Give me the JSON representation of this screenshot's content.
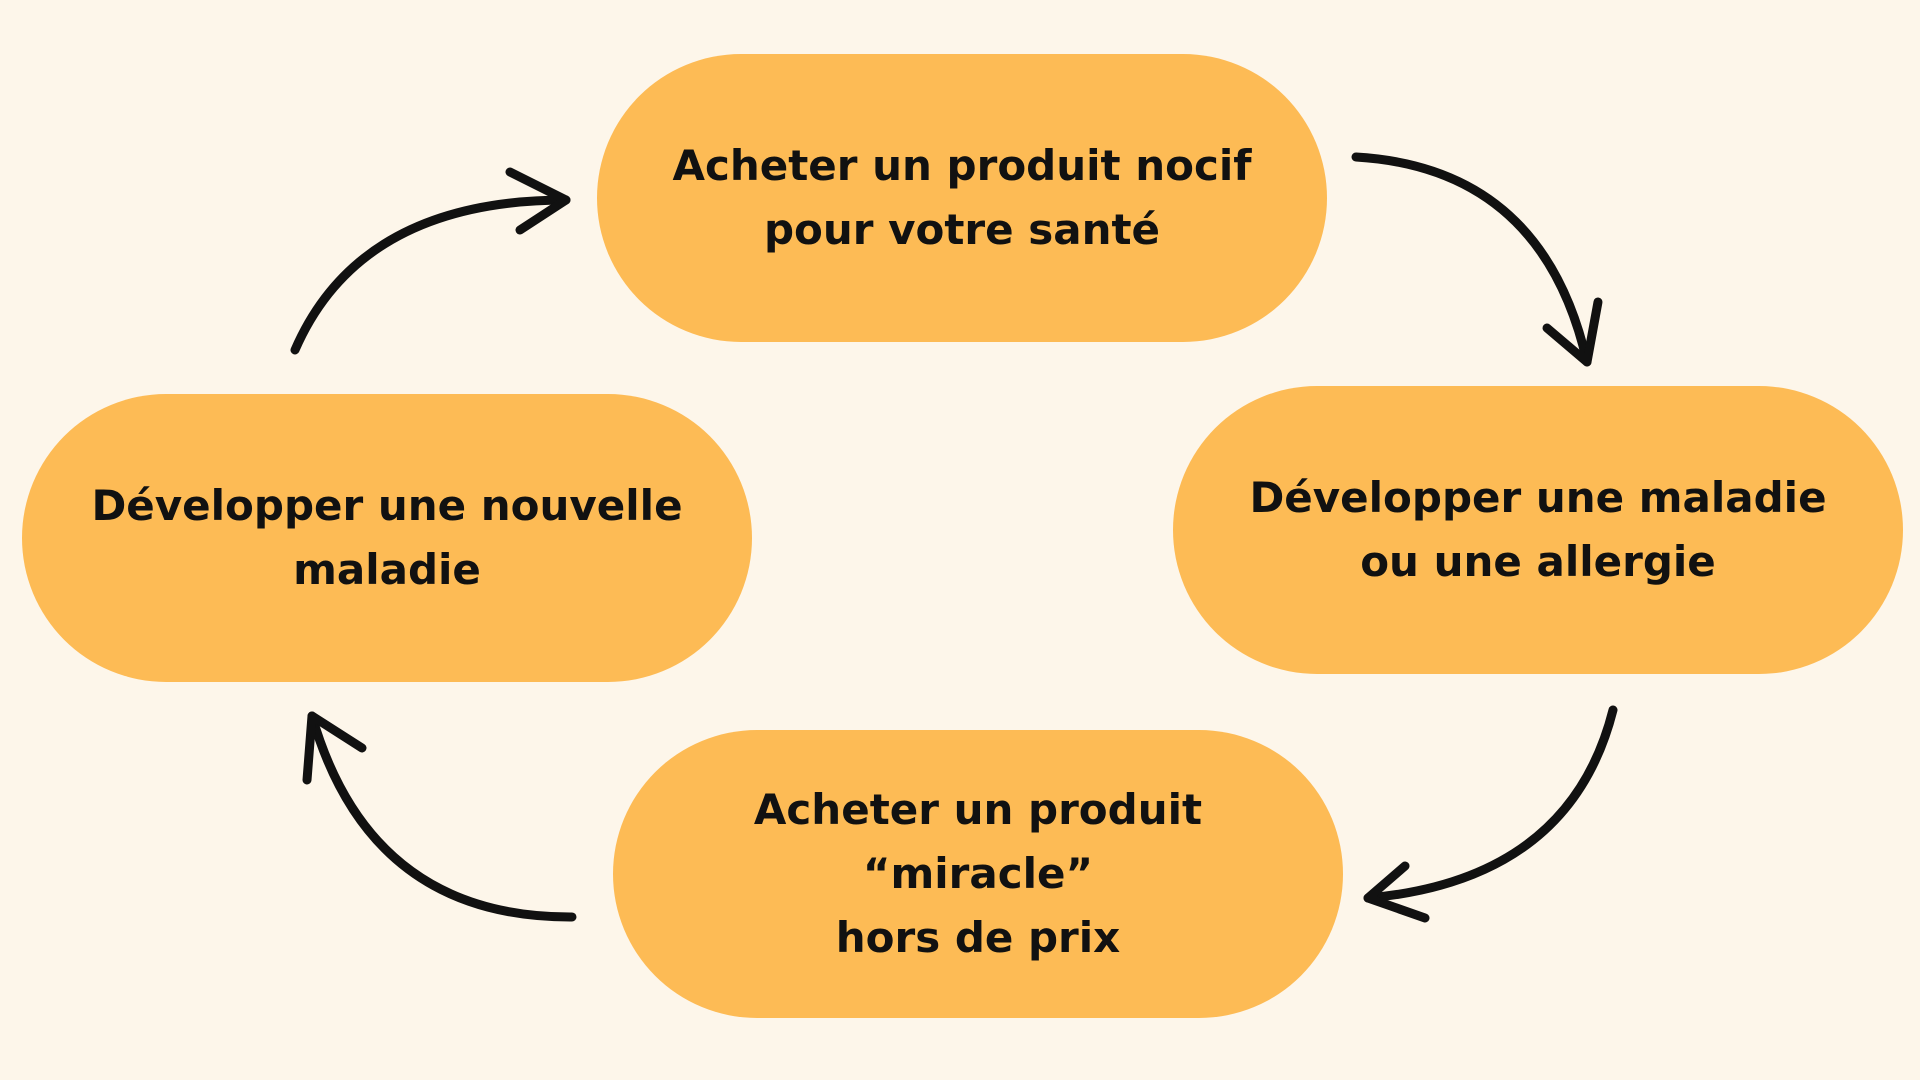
{
  "diagram": {
    "colors": {
      "background": "#fdf6ea",
      "node_fill": "#fdbb55",
      "text": "#111111",
      "arrow": "#111111"
    },
    "nodes": [
      {
        "id": "top",
        "text": "Acheter un produit nocif\npour votre santé"
      },
      {
        "id": "right",
        "text": "Développer une maladie\nou une allergie"
      },
      {
        "id": "bottom",
        "text": "Acheter un produit “miracle”\nhors de prix"
      },
      {
        "id": "left",
        "text": "Développer une nouvelle\nmaladie"
      }
    ],
    "edges": [
      {
        "from": "top",
        "to": "right"
      },
      {
        "from": "right",
        "to": "bottom"
      },
      {
        "from": "bottom",
        "to": "left"
      },
      {
        "from": "left",
        "to": "top"
      }
    ]
  }
}
